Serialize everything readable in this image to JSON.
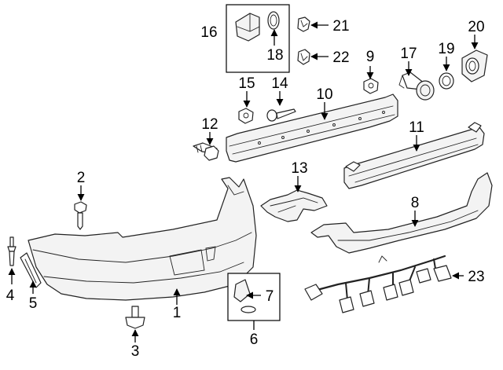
{
  "diagram": {
    "accent_color": "#000000",
    "parts": [
      {
        "callout": "1"
      },
      {
        "callout": "2"
      },
      {
        "callout": "3"
      },
      {
        "callout": "4"
      },
      {
        "callout": "5"
      },
      {
        "callout": "6"
      },
      {
        "callout": "7"
      },
      {
        "callout": "8"
      },
      {
        "callout": "9"
      },
      {
        "callout": "10"
      },
      {
        "callout": "11"
      },
      {
        "callout": "12"
      },
      {
        "callout": "13"
      },
      {
        "callout": "14"
      },
      {
        "callout": "15"
      },
      {
        "callout": "16"
      },
      {
        "callout": "17"
      },
      {
        "callout": "18"
      },
      {
        "callout": "19"
      },
      {
        "callout": "20"
      },
      {
        "callout": "21"
      },
      {
        "callout": "22"
      },
      {
        "callout": "23"
      }
    ]
  }
}
